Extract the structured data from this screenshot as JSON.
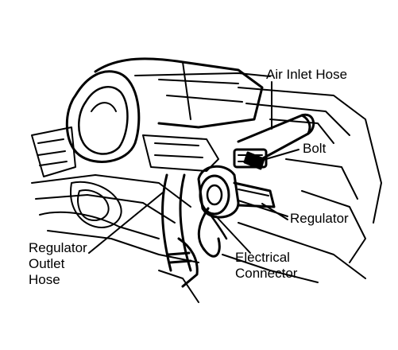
{
  "labels": {
    "air_inlet_hose": "Air Inlet Hose",
    "bolt": "Bolt",
    "regulator": "Regulator",
    "regulator_outlet_hose": [
      "Regulator",
      "Outlet",
      "Hose"
    ],
    "electrical_connector": [
      "Electrical",
      "Connector"
    ]
  },
  "colors": {
    "ink": "#000000",
    "paper": "#ffffff"
  }
}
